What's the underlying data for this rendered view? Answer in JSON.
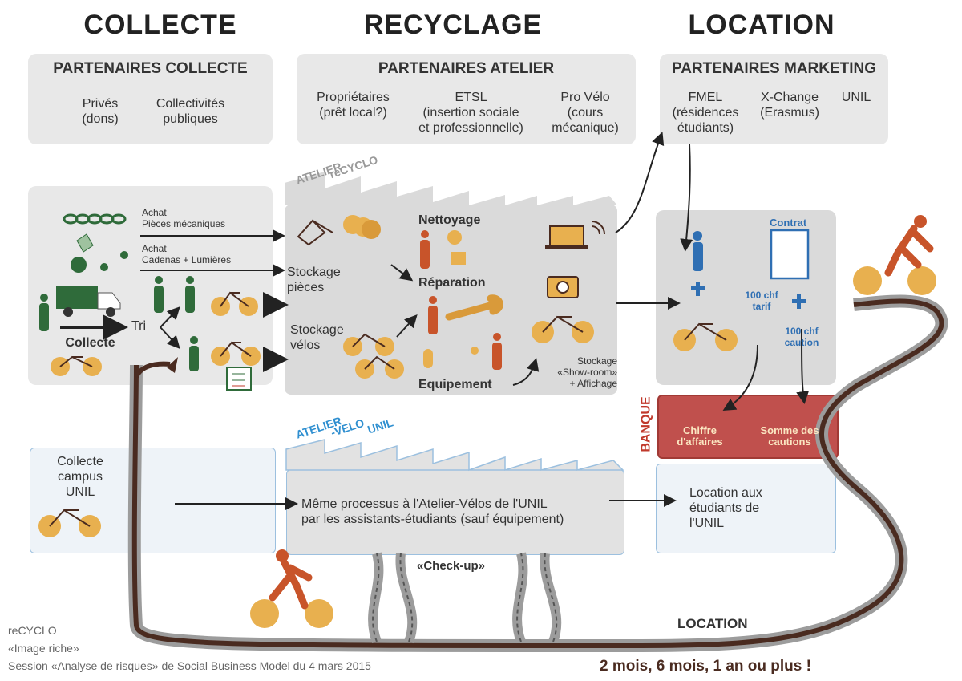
{
  "headers": {
    "collecte": "COLLECTE",
    "recyclage": "RECYCLAGE",
    "location": "LOCATION"
  },
  "partners_collecte": {
    "title": "PARTENAIRES COLLECTE",
    "item1": "Privés\n(dons)",
    "item2": "Collectivités\npubliques"
  },
  "partners_atelier": {
    "title": "PARTENAIRES ATELIER",
    "item1": "Propriétaires\n(prêt local?)",
    "item2": "ETSL\n(insertion sociale\net professionnelle)",
    "item3": "Pro Vélo\n(cours\nmécanique)"
  },
  "partners_marketing": {
    "title": "PARTENAIRES MARKETING",
    "item1": "FMEL\n(résidences\nétudiants)",
    "item2": "X-Change\n(Erasmus)",
    "item3": "UNIL"
  },
  "collecte_panel": {
    "achat1": "Achat\nPièces mécaniques",
    "achat2": "Achat\nCadenas + Lumières",
    "tri": "Tri",
    "collecte": "Collecte"
  },
  "atelier": {
    "label1": "ATELIER",
    "label2": "reCYCLO",
    "stockage_pieces": "Stockage\npièces",
    "stockage_velos": "Stockage\nvélos",
    "nettoyage": "Nettoyage",
    "reparation": "Réparation",
    "equipement": "Equipement",
    "showroom": "Stockage\n«Show-room»\n+ Affichage"
  },
  "location_panel": {
    "contrat": "Contrat",
    "tarif": "100 chf\ntarif",
    "caution": "100 chf\ncaution"
  },
  "banque": {
    "label": "BANQUE",
    "chiffre": "Chiffre\nd'affaires",
    "somme": "Somme des\ncautions"
  },
  "unil": {
    "collecte": "Collecte\ncampus\nUNIL",
    "atelier1": "ATELIER",
    "atelier2": "-VELO",
    "atelier3": "UNIL",
    "process": "Même processus à l'Atelier-Vélos de l'UNIL\npar les assistants-étudiants (sauf équipement)",
    "location": "Location aux\nétudiants de\nl'UNIL"
  },
  "road": {
    "checkup": "«Check-up»",
    "location": "LOCATION",
    "durations": "2 mois, 6 mois, 1 an ou plus !"
  },
  "footer": {
    "line1": "reCYCLO",
    "line2": "«Image riche»",
    "line3": "Session «Analyse de risques» de Social Business Model du 4 mars 2015"
  },
  "colors": {
    "orange": "#e8b04f",
    "rust": "#c8542a",
    "green": "#2f6b3a",
    "blue": "#2f6fb3",
    "red": "#c0392b",
    "road": "#4a2b20"
  }
}
